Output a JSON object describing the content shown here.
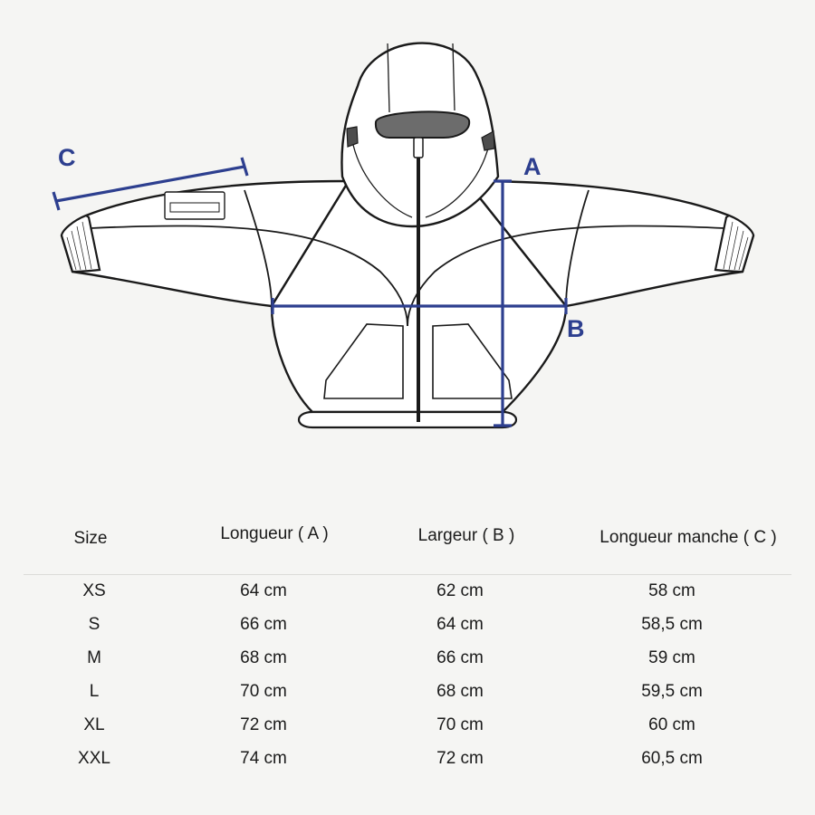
{
  "diagram": {
    "label_a": "A",
    "label_b": "B",
    "label_c": "C",
    "accent_color": "#2d3f8f",
    "garment": "zip-hoodie-jacket"
  },
  "table": {
    "headers": [
      "Size",
      "Longueur ( A )",
      "Largeur ( B )",
      "Longueur manche ( C )"
    ],
    "rows": [
      [
        "XS",
        "64 cm",
        "62 cm",
        "58 cm"
      ],
      [
        "S",
        "66 cm",
        "64 cm",
        "58,5 cm"
      ],
      [
        "M",
        "68 cm",
        "66 cm",
        "59 cm"
      ],
      [
        "L",
        "70 cm",
        "68 cm",
        "59,5 cm"
      ],
      [
        "XL",
        "72 cm",
        "70 cm",
        "60 cm"
      ],
      [
        "XXL",
        "74 cm",
        "72 cm",
        "60,5 cm"
      ]
    ]
  }
}
